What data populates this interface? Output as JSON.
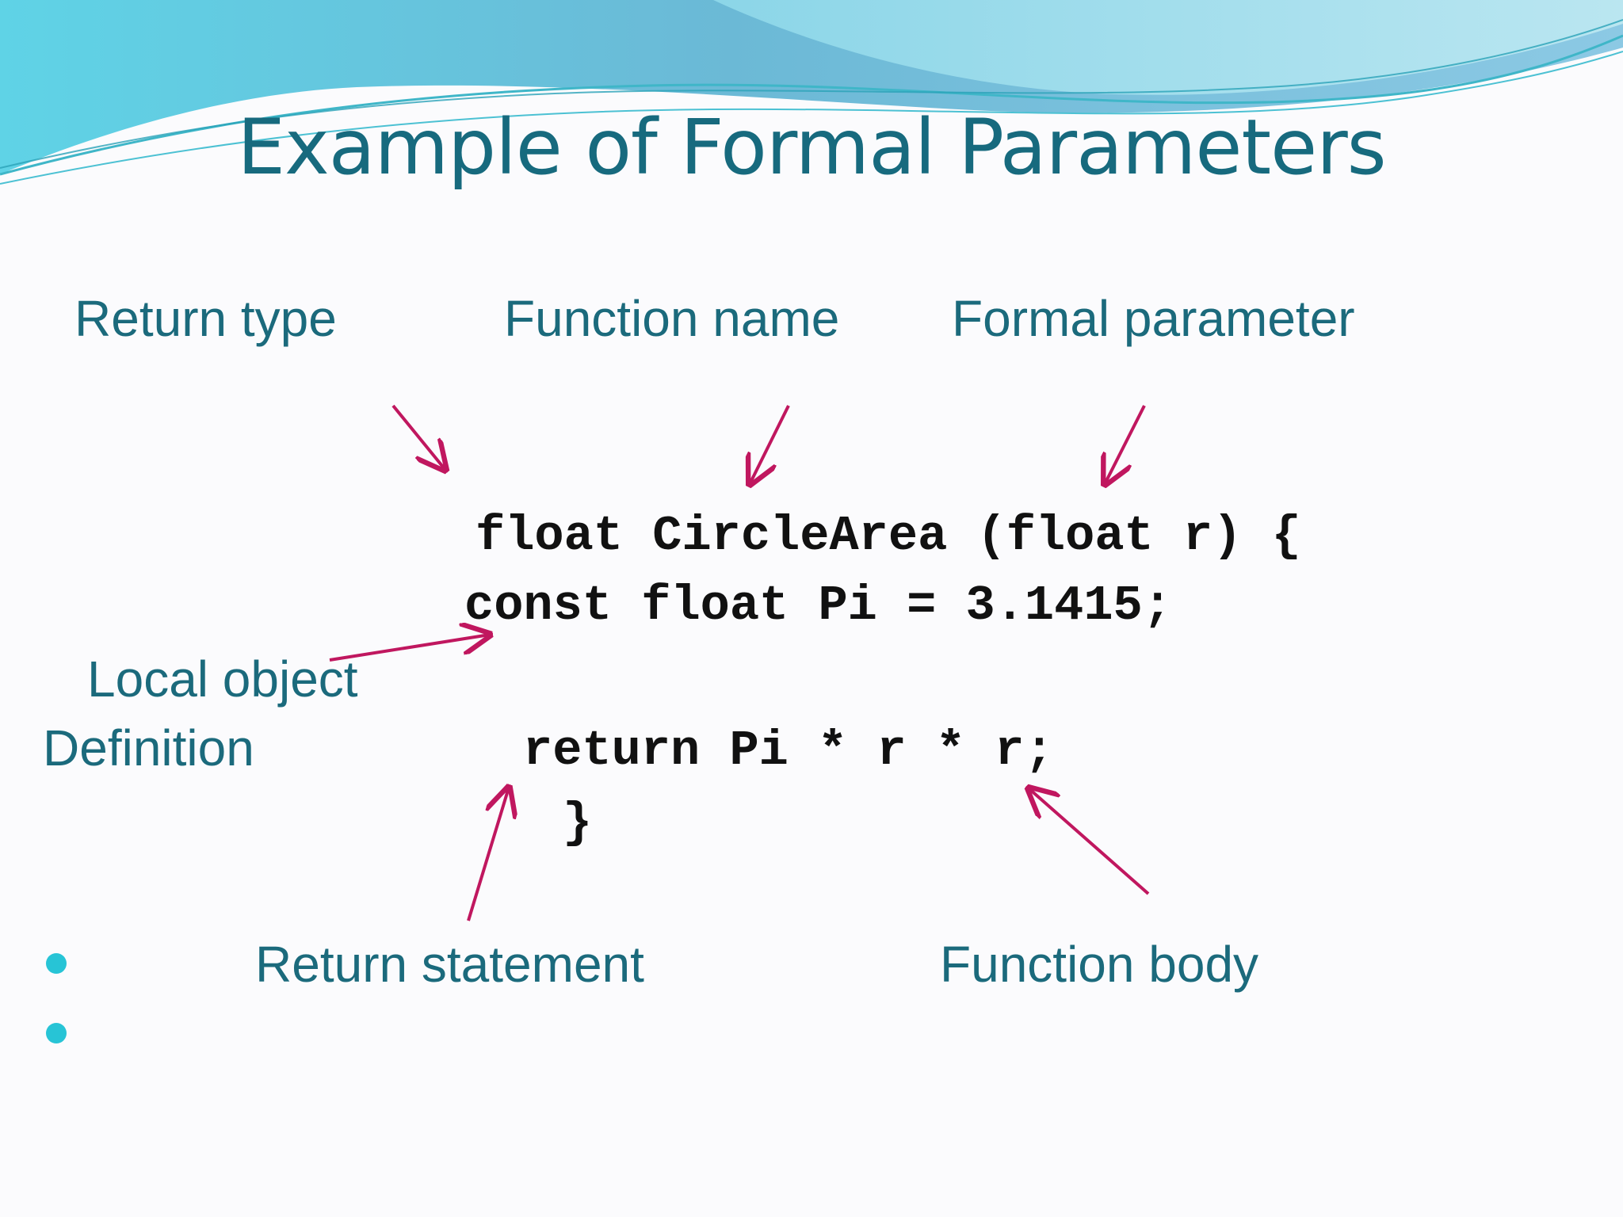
{
  "slide": {
    "title": "Example of  Formal Parameters",
    "labels": {
      "return_type": "Return type",
      "function_name": "Function name",
      "formal_parameter": "Formal parameter",
      "local_object_line1": "Local object",
      "local_object_line2": "Definition",
      "return_statement": "Return statement",
      "function_body": "Function body"
    },
    "code": {
      "line1": "float CircleArea (float r) {",
      "line2": "const float Pi = 3.1415;",
      "line3": "return Pi * r * r;",
      "line4": "}"
    },
    "colors": {
      "title": "#176a7e",
      "label": "#1b6a7c",
      "arrow": "#c0175f",
      "bullet": "#27c4d6",
      "code": "#111111"
    }
  }
}
